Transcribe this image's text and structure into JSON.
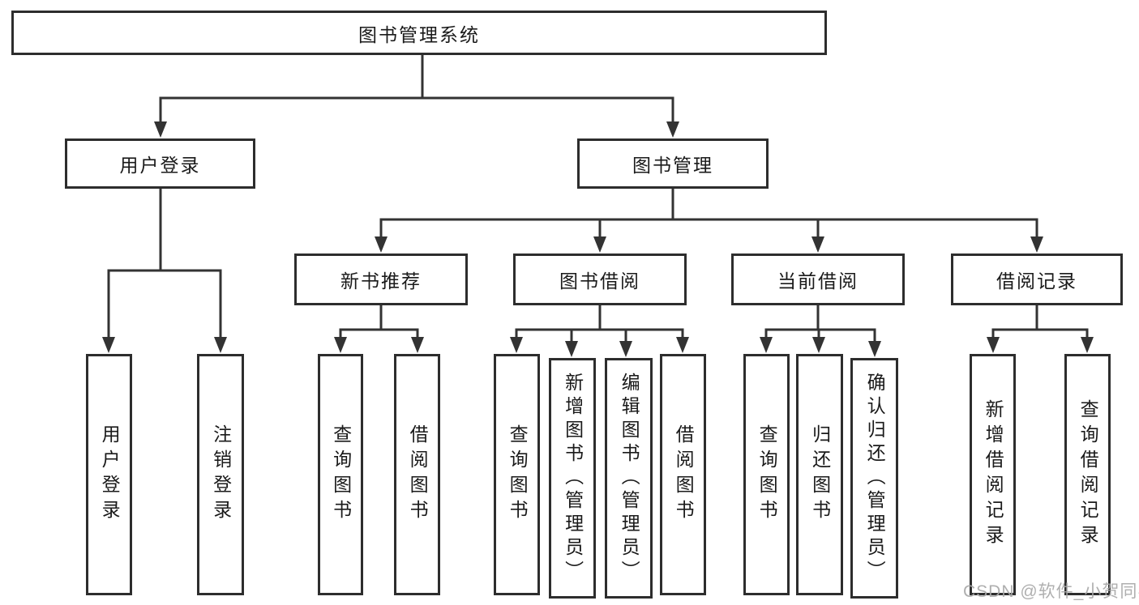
{
  "tree": {
    "label": "图书管理系统",
    "children": [
      {
        "label": "用户登录",
        "children": [
          {
            "label": "用户登录"
          },
          {
            "label": "注销登录"
          }
        ]
      },
      {
        "label": "图书管理",
        "children": [
          {
            "label": "新书推荐",
            "children": [
              {
                "label": "查询图书"
              },
              {
                "label": "借阅图书"
              }
            ]
          },
          {
            "label": "图书借阅",
            "children": [
              {
                "label": "查询图书"
              },
              {
                "label": "新增图书（管理员）"
              },
              {
                "label": "编辑图书（管理员）"
              },
              {
                "label": "借阅图书"
              }
            ]
          },
          {
            "label": "当前借阅",
            "children": [
              {
                "label": "查询图书"
              },
              {
                "label": "归还图书"
              },
              {
                "label": "确认归还（管理员）"
              }
            ]
          },
          {
            "label": "借阅记录",
            "children": [
              {
                "label": "新增借阅记录"
              },
              {
                "label": "查询借阅记录"
              }
            ]
          }
        ]
      }
    ]
  },
  "watermark": "CSDN @软件_小贺同学",
  "colors": {
    "line": "#333333",
    "box_border": "#2d2d2d",
    "text": "#1a1a1a",
    "watermark": "#a8a8a8",
    "background": "#ffffff"
  }
}
